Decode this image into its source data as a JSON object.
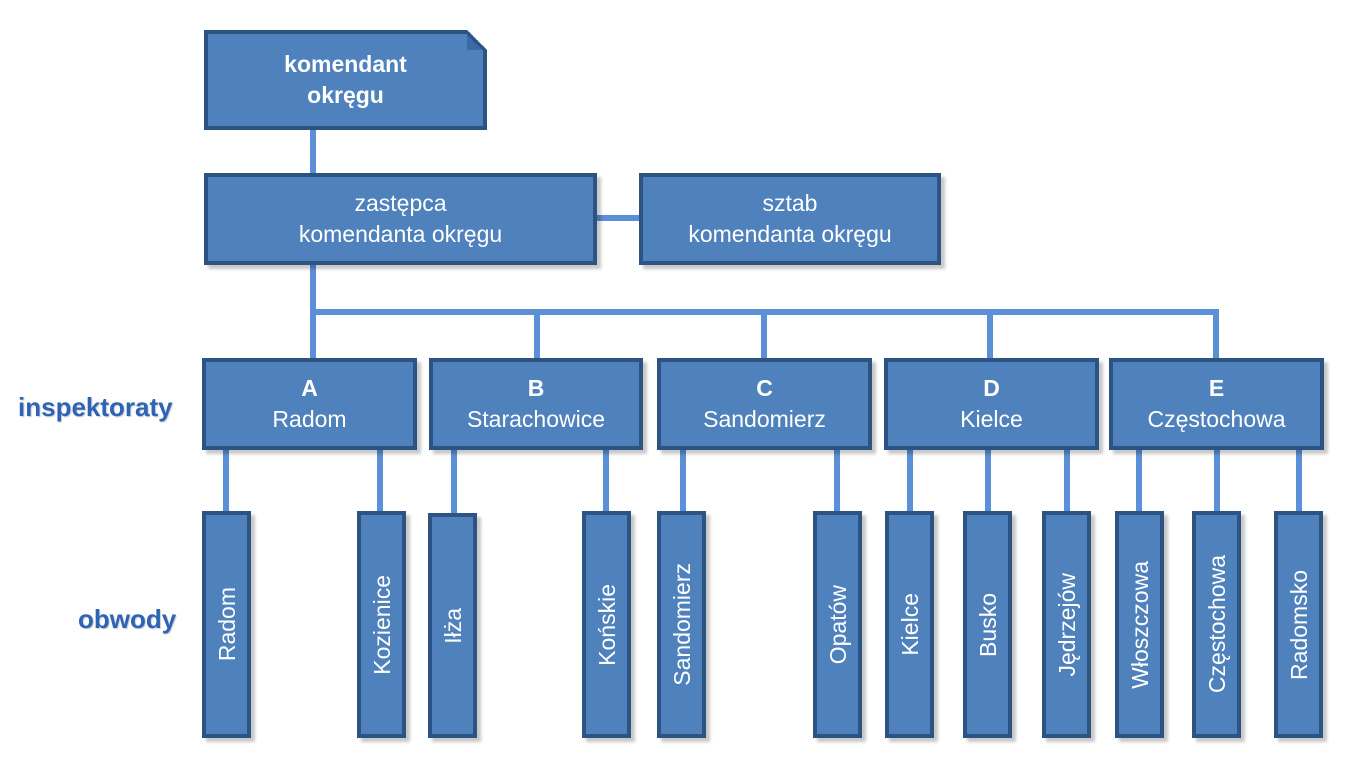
{
  "top": {
    "line1": "komendant",
    "line2": "okręgu"
  },
  "deputy": {
    "line1": "zastępca",
    "line2": "komendanta okręgu"
  },
  "staff": {
    "line1": "sztab",
    "line2": "komendanta okręgu"
  },
  "labels": {
    "inspectorates": "inspektoraty",
    "districts": "obwody"
  },
  "inspectorates": [
    {
      "letter": "A",
      "name": "Radom"
    },
    {
      "letter": "B",
      "name": "Starachowice"
    },
    {
      "letter": "C",
      "name": "Sandomierz"
    },
    {
      "letter": "D",
      "name": "Kielce"
    },
    {
      "letter": "E",
      "name": "Częstochowa"
    }
  ],
  "districts": [
    "Radom",
    "Kozienice",
    "Iłża",
    "Końskie",
    "Sandomierz",
    "Opatów",
    "Kielce",
    "Busko",
    "Jędrzejów",
    "Włoszczowa",
    "Częstochowa",
    "Radomsko"
  ],
  "colors": {
    "box_fill": "#4f81bd",
    "box_border": "#2d5382",
    "connector": "#5b8fd6",
    "side_label": "#2e64b5"
  }
}
